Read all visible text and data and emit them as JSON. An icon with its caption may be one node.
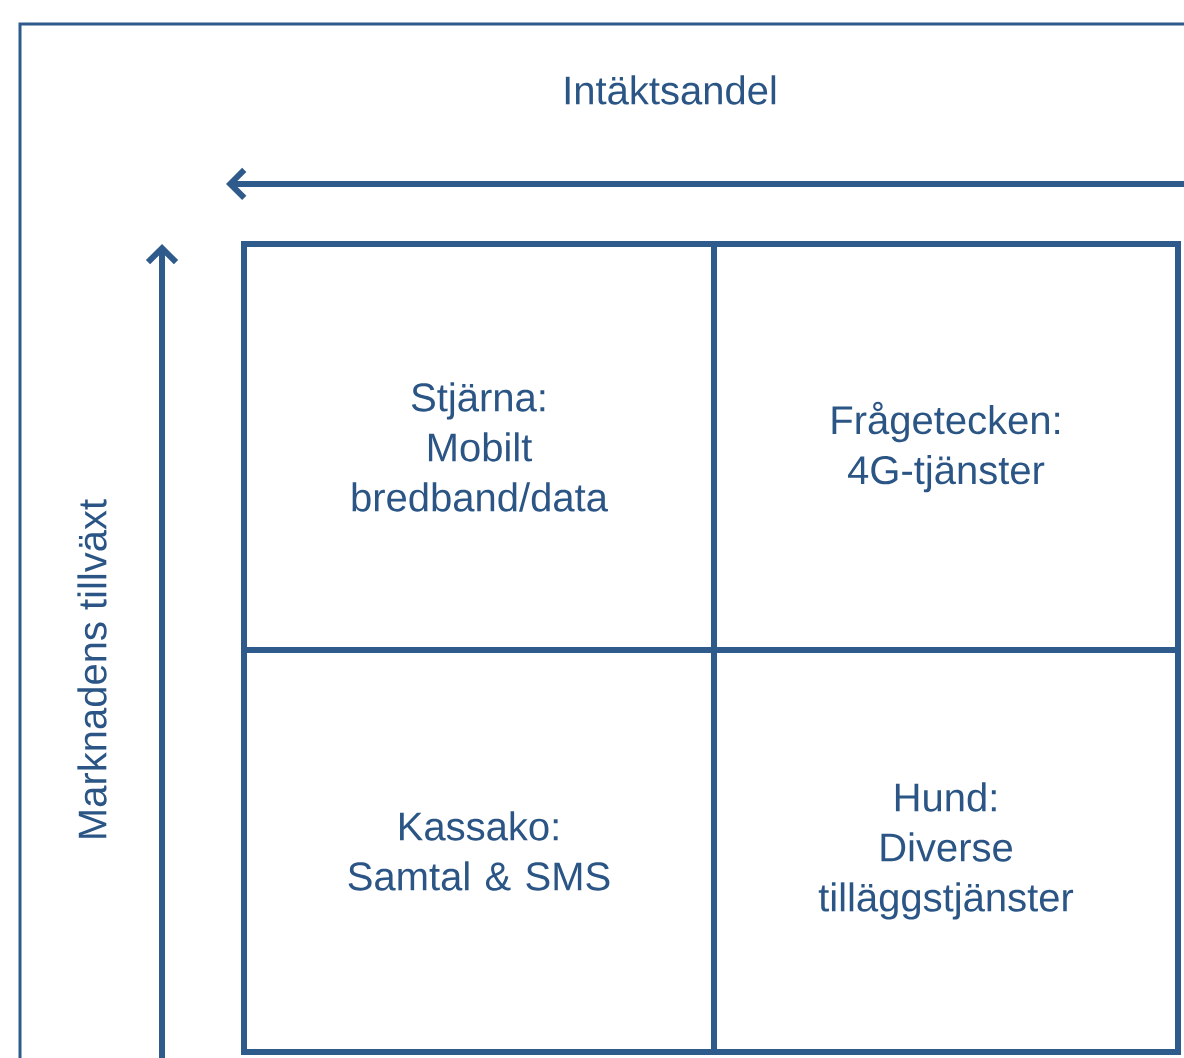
{
  "diagram": {
    "nodes": [
      {
        "text": [
          "Stjärna:",
          "Mobilt bredband/data"
        ]
      },
      {
        "text": [
          "Frågetecken:",
          "4G-tjänster"
        ]
      },
      {
        "text": [
          "Kassako:",
          "Samtal & SMS"
        ]
      },
      {
        "text": [
          "Hund:",
          "Diverse tilläggstjänster"
        ]
      }
    ],
    "edges": [],
    "labels": [
      "Intäktsandel",
      "Marknadens tillväxt"
    ]
  }
}
